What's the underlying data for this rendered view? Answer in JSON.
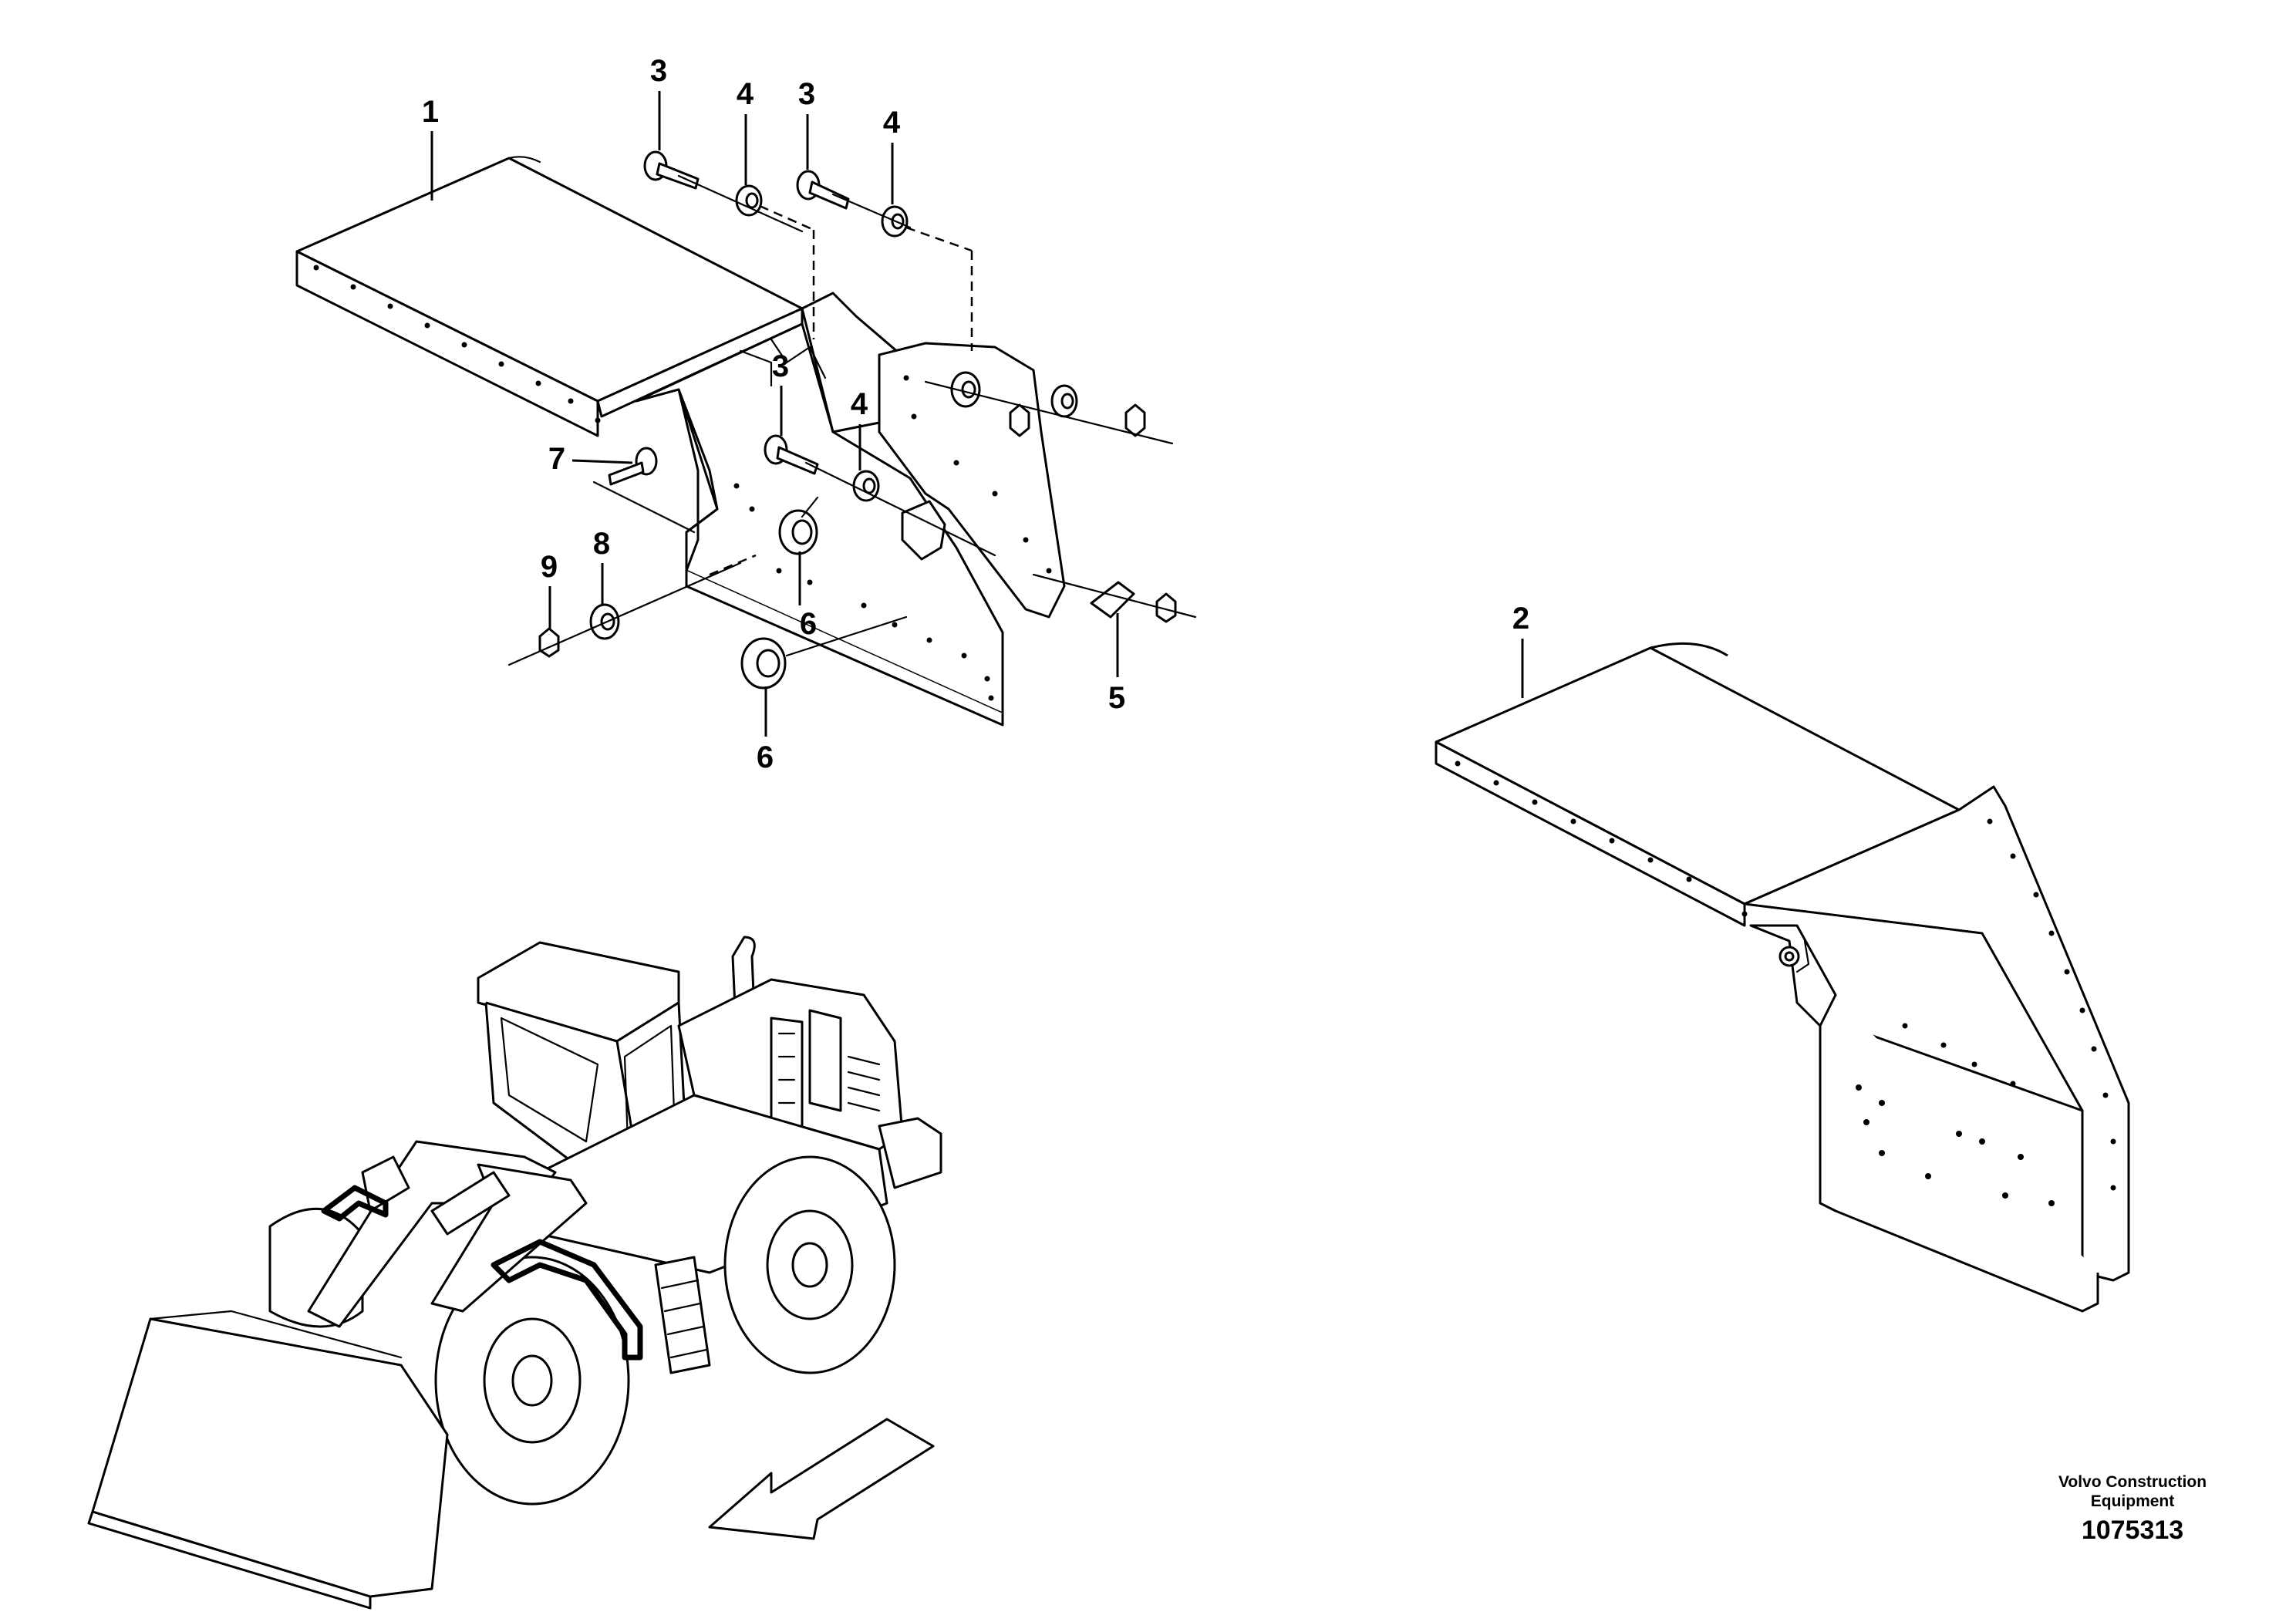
{
  "callouts": [
    {
      "label": "1"
    },
    {
      "label": "2"
    },
    {
      "label": "3"
    },
    {
      "label": "4"
    },
    {
      "label": "3"
    },
    {
      "label": "4"
    },
    {
      "label": "3"
    },
    {
      "label": "4"
    },
    {
      "label": "5"
    },
    {
      "label": "6"
    },
    {
      "label": "6"
    },
    {
      "label": "7"
    },
    {
      "label": "8"
    },
    {
      "label": "9"
    }
  ],
  "footer": {
    "brand_line1": "Volvo Construction",
    "brand_line2": "Equipment",
    "doc_number": "1075313"
  }
}
